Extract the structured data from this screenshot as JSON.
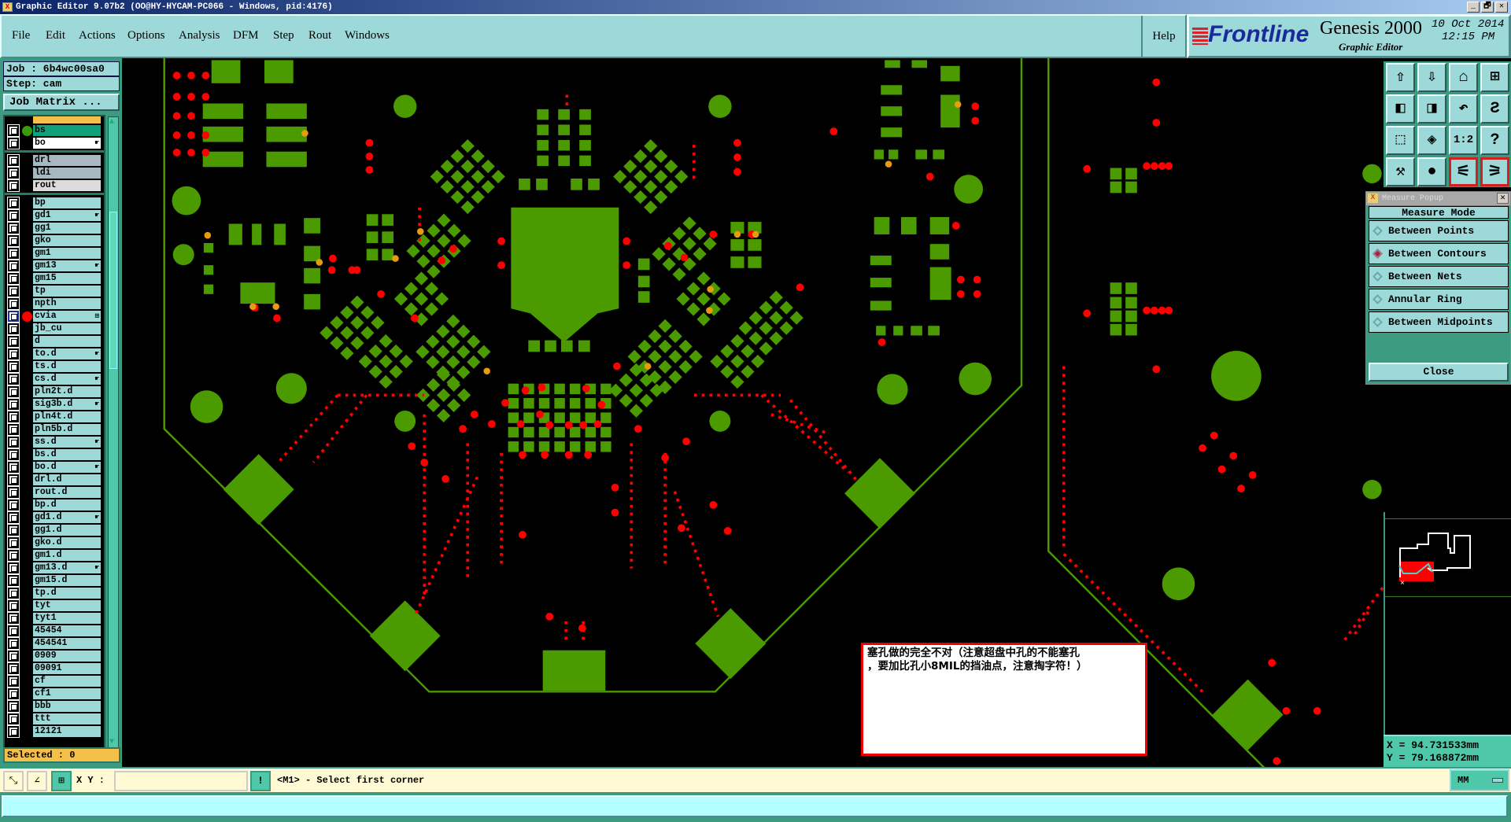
{
  "window": {
    "title": "Graphic Editor 9.07b2 (OO@HY-HYCAM-PC066 - Windows, pid:4176)",
    "controls": [
      "_",
      "🗗",
      "✕"
    ]
  },
  "menu": {
    "items": [
      "File",
      "Edit",
      "Actions",
      "Options",
      "Analysis",
      "DFM",
      "Step",
      "Rout",
      "Windows"
    ],
    "help": "Help"
  },
  "brand": {
    "logo": "Frontline",
    "product": "Genesis 2000",
    "subtitle": "Graphic Editor",
    "date": "10 Oct 2014",
    "time": "12:15 PM"
  },
  "job": {
    "job": "Job : 6b4wc00sa0",
    "step": "Step: cam",
    "matrix_button": "Job Matrix ..."
  },
  "layers": [
    {
      "name": "bs",
      "color": "#10a07c",
      "dot": "#3a9a10"
    },
    {
      "name": "bo",
      "color": "#ffffff",
      "hand": true
    },
    {
      "name": "drl",
      "color": "#a8b8c0",
      "group": 2
    },
    {
      "name": "ldi",
      "color": "#a8b8c0"
    },
    {
      "name": "rout",
      "color": "#dcdcdc"
    },
    {
      "name": "bp",
      "group": 3
    },
    {
      "name": "gd1",
      "hand": true
    },
    {
      "name": "gg1"
    },
    {
      "name": "gko"
    },
    {
      "name": "gm1"
    },
    {
      "name": "gm13",
      "hand": true
    },
    {
      "name": "gm15"
    },
    {
      "name": "tp"
    },
    {
      "name": "npth"
    },
    {
      "name": "cvia",
      "dot": "#ff0000",
      "active": true,
      "marker": "⊞"
    },
    {
      "name": "jb_cu"
    },
    {
      "name": "d"
    },
    {
      "name": "to.d",
      "hand": true
    },
    {
      "name": "ts.d"
    },
    {
      "name": "cs.d",
      "hand": true
    },
    {
      "name": "pln2t.d"
    },
    {
      "name": "sig3b.d",
      "hand": true
    },
    {
      "name": "pln4t.d"
    },
    {
      "name": "pln5b.d"
    },
    {
      "name": "ss.d",
      "hand": true
    },
    {
      "name": "bs.d"
    },
    {
      "name": "bo.d",
      "hand": true
    },
    {
      "name": "drl.d"
    },
    {
      "name": "rout.d"
    },
    {
      "name": "bp.d"
    },
    {
      "name": "gd1.d",
      "hand": true
    },
    {
      "name": "gg1.d"
    },
    {
      "name": "gko.d"
    },
    {
      "name": "gm1.d"
    },
    {
      "name": "gm13.d",
      "hand": true
    },
    {
      "name": "gm15.d"
    },
    {
      "name": "tp.d"
    },
    {
      "name": "tyt"
    },
    {
      "name": "tyt1"
    },
    {
      "name": "45454"
    },
    {
      "name": "454541"
    },
    {
      "name": "0909"
    },
    {
      "name": "09091"
    },
    {
      "name": "cf"
    },
    {
      "name": "cf1"
    },
    {
      "name": "bbb"
    },
    {
      "name": "ttt"
    },
    {
      "name": "12121"
    }
  ],
  "selected": "Selected : 0",
  "toolbar": [
    {
      "icon": "zoom-in-page-icon",
      "glyph": "⇧"
    },
    {
      "icon": "zoom-out-page-icon",
      "glyph": "⇩"
    },
    {
      "icon": "home-icon",
      "glyph": "⌂"
    },
    {
      "icon": "xy-grid-icon",
      "glyph": "⊞"
    },
    {
      "icon": "pan-left-icon",
      "glyph": "◧"
    },
    {
      "icon": "pan-right-icon",
      "glyph": "◨"
    },
    {
      "icon": "undo-view-icon",
      "glyph": "↶"
    },
    {
      "icon": "redraw-icon",
      "glyph": "Ƨ"
    },
    {
      "icon": "zoom-fit-icon",
      "glyph": "⬚"
    },
    {
      "icon": "center-icon",
      "glyph": "◈"
    },
    {
      "icon": "scale-1-2-icon",
      "glyph": "1:2"
    },
    {
      "icon": "help-icon",
      "glyph": "?"
    },
    {
      "icon": "tools-icon",
      "glyph": "⚒"
    },
    {
      "icon": "snap-icon",
      "glyph": "●"
    },
    {
      "icon": "net-highlight-icon",
      "glyph": "⚟"
    },
    {
      "icon": "net-select-icon",
      "glyph": "⚞"
    }
  ],
  "measure": {
    "title": "Measure Popup",
    "header": "Measure Mode",
    "options": [
      "Between Points",
      "Between Contours",
      "Between Nets",
      "Annular Ring",
      "Between Midpoints"
    ],
    "selected": 1,
    "close": "Close"
  },
  "coords": {
    "x": "X = 94.731533mm",
    "y": "Y = 79.168872mm"
  },
  "units": "MM",
  "bottom": {
    "xy_label": "X Y :",
    "xy_value": "",
    "prompt": "<M1> - Select first corner"
  },
  "note": {
    "line1": "塞孔做的完全不对（注意超盘中孔的不能塞孔",
    "line2": "，要加比孔小8MIL的挡油点，注意掏字符！）"
  },
  "colors": {
    "pad": "#4a9a00",
    "via": "#ff0000",
    "outline": "#4a9a00",
    "panel": "#9ed9d9"
  }
}
